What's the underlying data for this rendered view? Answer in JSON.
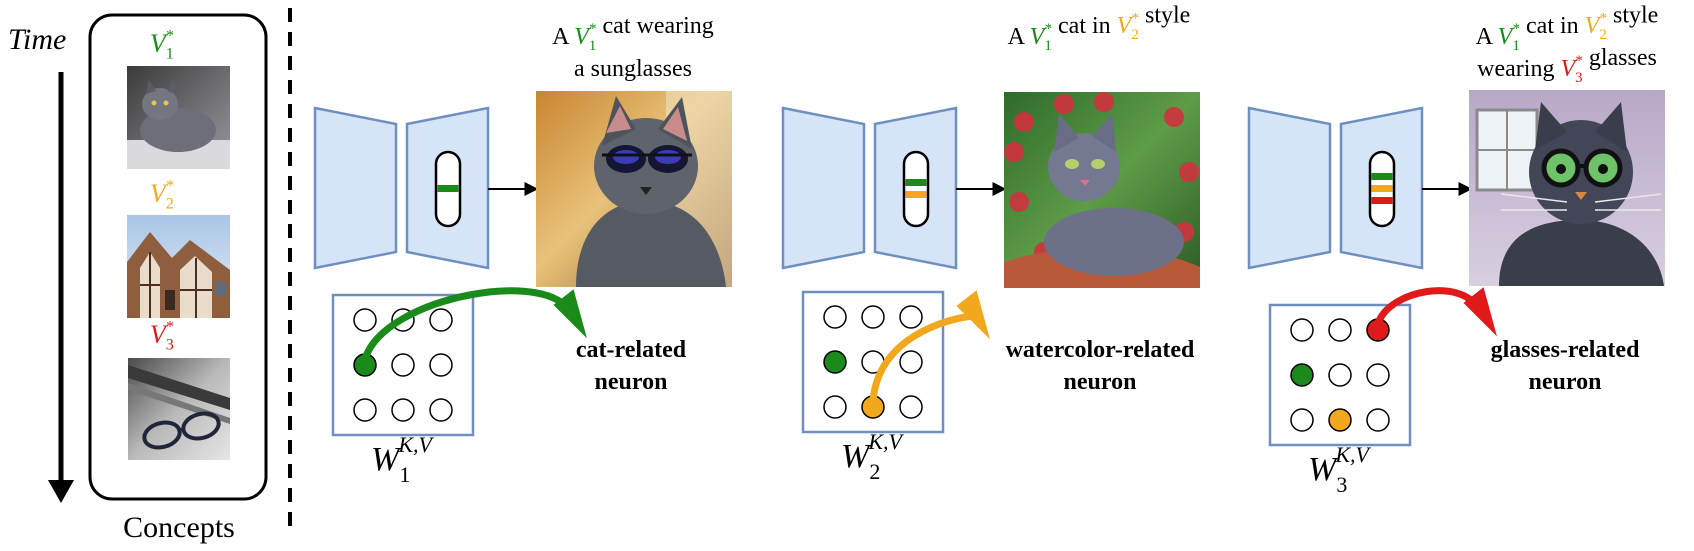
{
  "colors": {
    "green": "#1a8a1a",
    "orange": "#f2a81d",
    "red": "#e01a1a",
    "block_fill": "#d6e4f7",
    "block_stroke": "#6f8fc0",
    "black": "#000000"
  },
  "sidebar": {
    "time_label": "Time",
    "concepts_label": "Concepts",
    "concepts": [
      {
        "symbol": "V",
        "sub": "1",
        "sup": "*",
        "color_key": "green",
        "image": "gray-cat-photo"
      },
      {
        "symbol": "V",
        "sub": "2",
        "sup": "*",
        "color_key": "orange",
        "image": "tudor-house-photo"
      },
      {
        "symbol": "V",
        "sub": "3",
        "sup": "*",
        "color_key": "red",
        "image": "glasses-photo"
      }
    ]
  },
  "stages": [
    {
      "prompt": {
        "line1": [
          {
            "t": "A "
          },
          {
            "v": "V",
            "sub": "1",
            "sup": "*",
            "color_key": "green"
          },
          {
            "t": " cat wearing"
          }
        ],
        "line2": [
          {
            "t": "a sunglasses"
          }
        ]
      },
      "bars": [
        "green"
      ],
      "image": "cat-with-sunglasses",
      "weight": {
        "symbol": "W",
        "sub": "1",
        "sup": "K,V"
      },
      "neuron_grid": [
        "empty",
        "empty",
        "empty",
        "green",
        "empty",
        "empty",
        "empty",
        "empty",
        "empty"
      ],
      "arrow_from_cell": 3,
      "arrow_color_key": "green",
      "neuron_label": {
        "line1": "cat-related",
        "line2": "neuron"
      }
    },
    {
      "prompt": {
        "line1": [
          {
            "t": "A "
          },
          {
            "v": "V",
            "sub": "1",
            "sup": "*",
            "color_key": "green"
          },
          {
            "t": " cat in "
          },
          {
            "v": "V",
            "sub": "2",
            "sup": "*",
            "color_key": "orange"
          },
          {
            "t": " style"
          }
        ],
        "line2": []
      },
      "bars": [
        "green",
        "orange"
      ],
      "image": "watercolor-cat",
      "weight": {
        "symbol": "W",
        "sub": "2",
        "sup": "K,V"
      },
      "neuron_grid": [
        "empty",
        "empty",
        "empty",
        "green",
        "empty",
        "empty",
        "empty",
        "orange",
        "empty"
      ],
      "arrow_from_cell": 7,
      "arrow_color_key": "orange",
      "neuron_label": {
        "line1": "watercolor-related",
        "line2": "neuron"
      }
    },
    {
      "prompt": {
        "line1": [
          {
            "t": "A "
          },
          {
            "v": "V",
            "sub": "1",
            "sup": "*",
            "color_key": "green"
          },
          {
            "t": " cat in "
          },
          {
            "v": "V",
            "sub": "2",
            "sup": "*",
            "color_key": "orange"
          },
          {
            "t": " style"
          }
        ],
        "line2": [
          {
            "t": "wearing "
          },
          {
            "v": "V",
            "sub": "3",
            "sup": "*",
            "color_key": "red"
          },
          {
            "t": " glasses"
          }
        ]
      },
      "bars": [
        "green",
        "orange",
        "red"
      ],
      "image": "watercolor-cat-with-glasses",
      "weight": {
        "symbol": "W",
        "sub": "3",
        "sup": "K,V"
      },
      "neuron_grid": [
        "empty",
        "empty",
        "red",
        "green",
        "empty",
        "empty",
        "empty",
        "orange",
        "empty"
      ],
      "arrow_from_cell": 2,
      "arrow_color_key": "red",
      "neuron_label": {
        "line1": "glasses-related",
        "line2": "neuron"
      }
    }
  ]
}
